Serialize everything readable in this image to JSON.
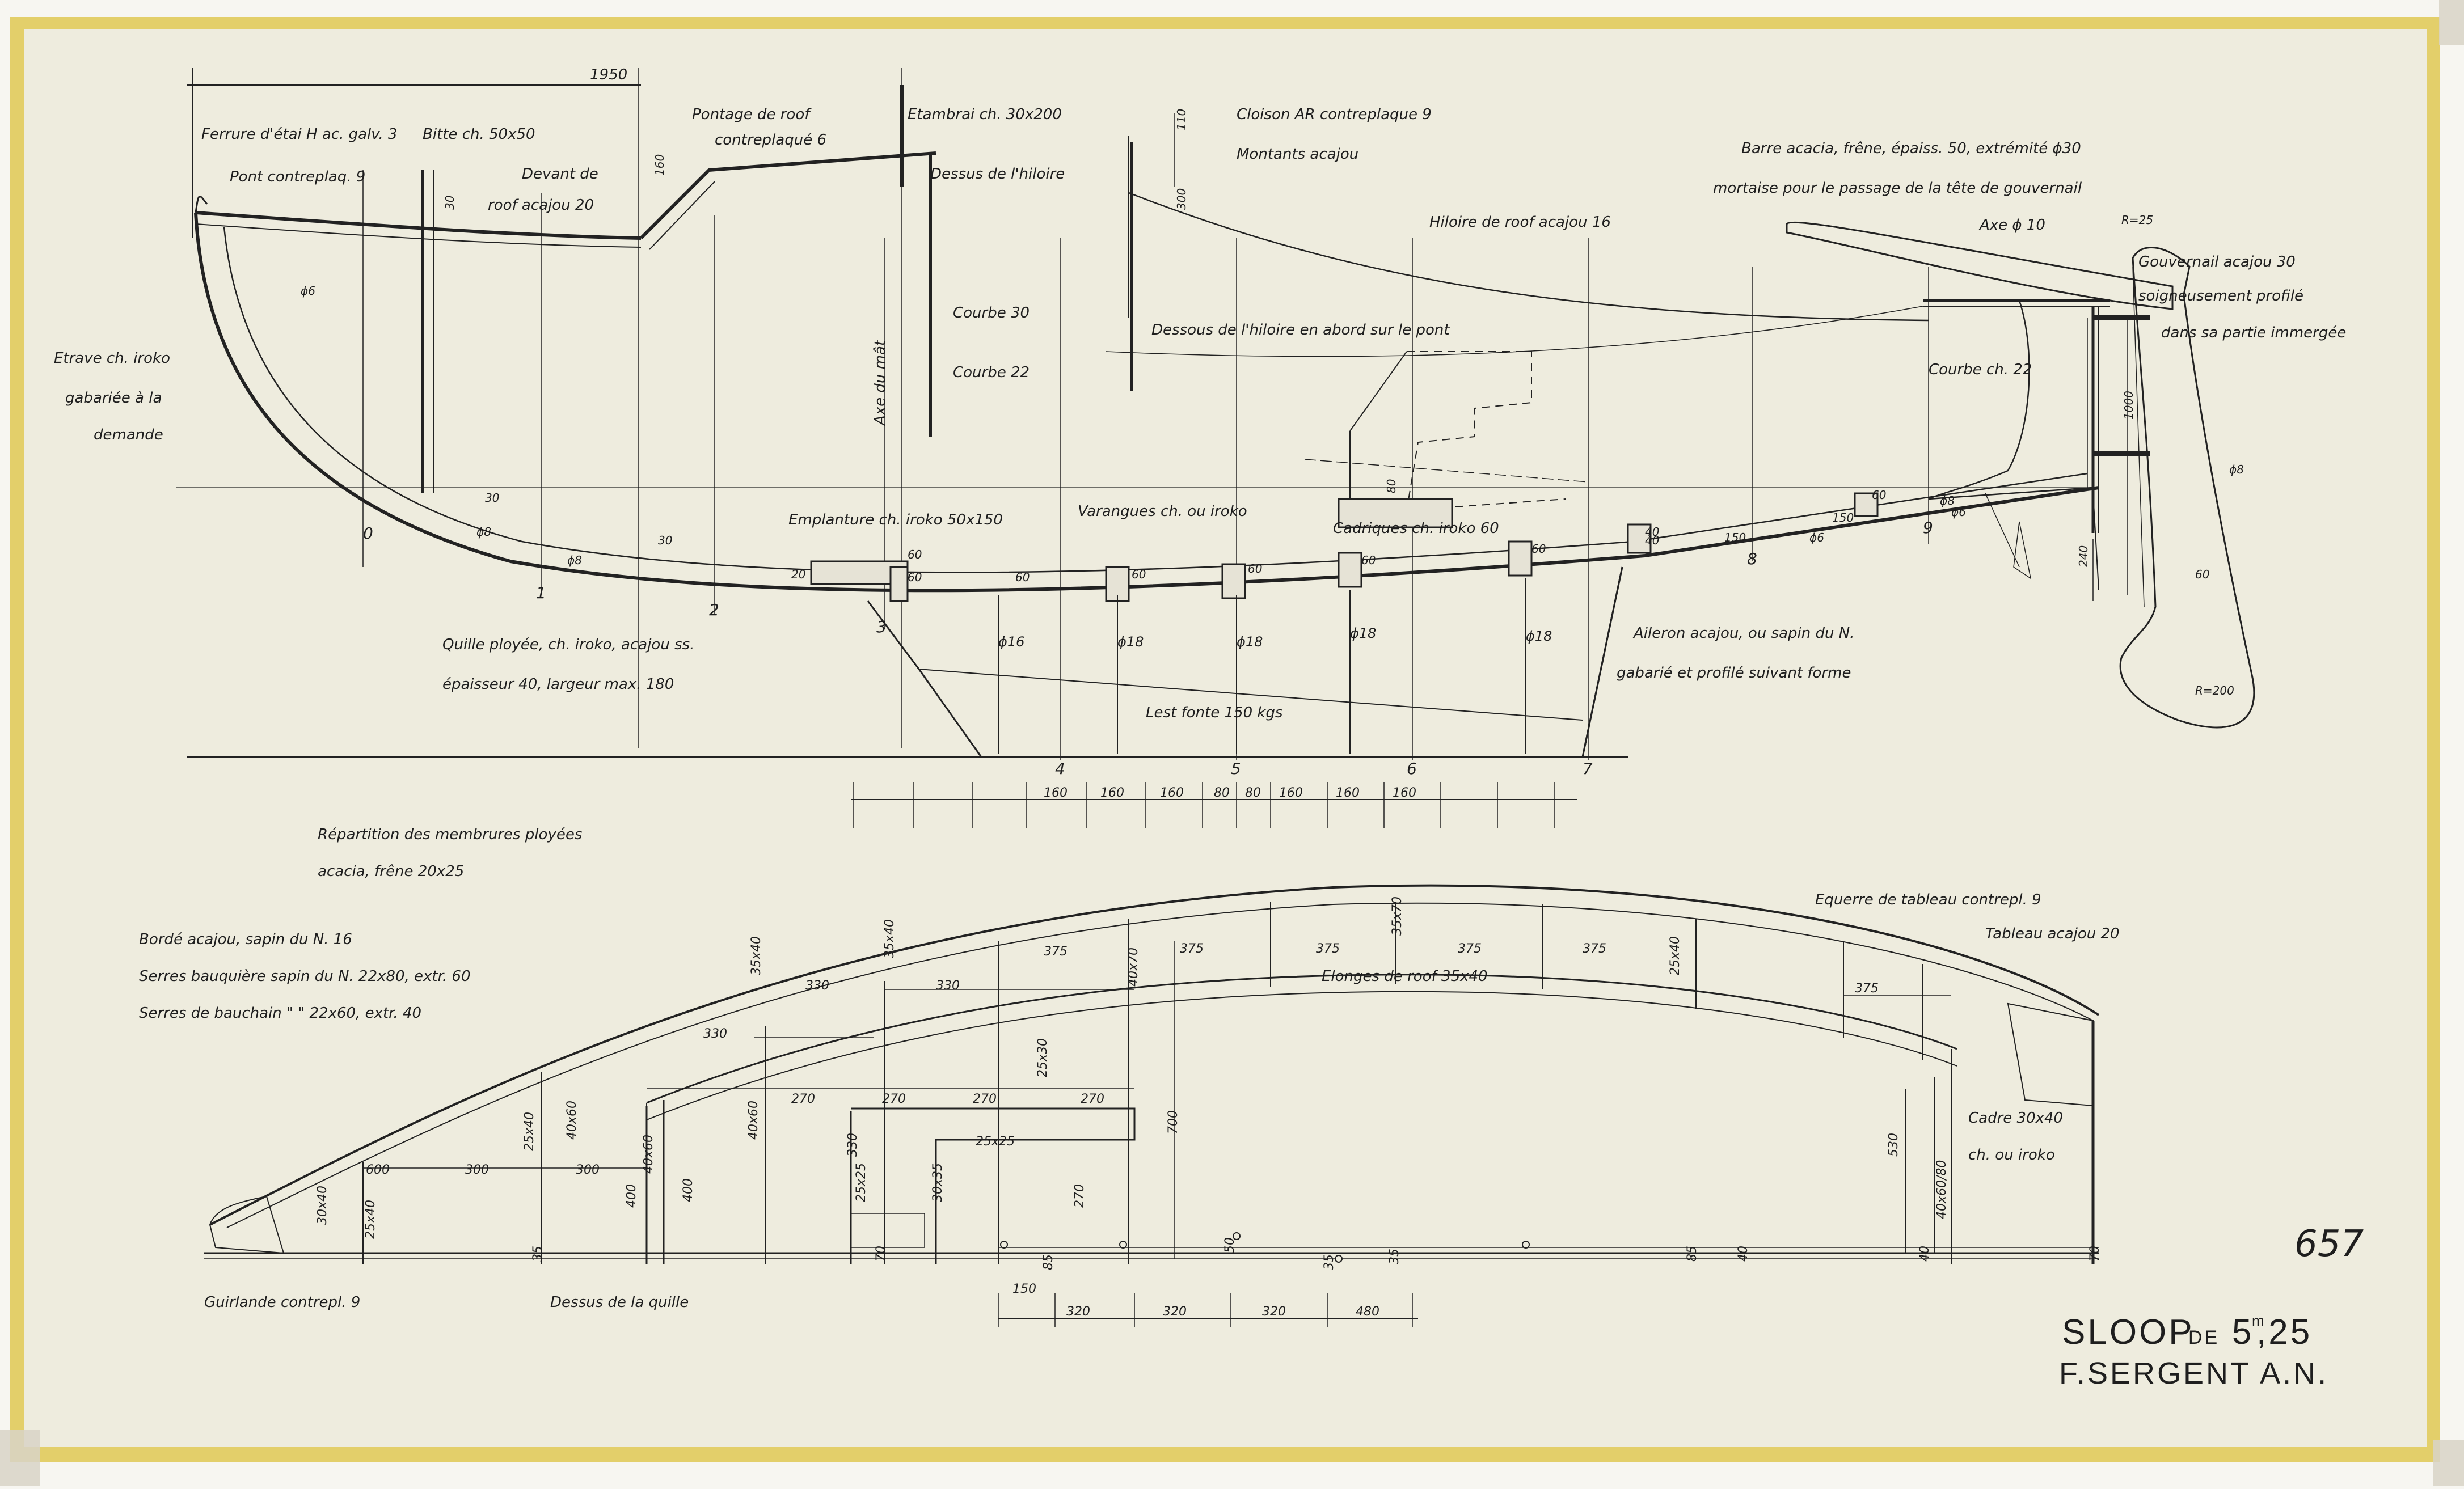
{
  "colors": {
    "paper": "#eeecde",
    "ink": "#1e1e1e",
    "border": "#e3cf6a",
    "background": "#f7f6f1"
  },
  "title": {
    "line1_main": "SLOOP",
    "line1_de": "DE",
    "line1_size": "5",
    "line1_unit": "m",
    "line1_dec": ",25",
    "line2": "F.SERGENT A.N."
  },
  "handwritten_number": "657",
  "profile": {
    "dim_top": "1950",
    "labels": {
      "ferrure": "Ferrure d'étai H ac. galv. 3",
      "bitte": "Bitte ch. 50x50",
      "pont": "Pont contreplaq. 9",
      "devant": "Devant de",
      "devant2": "roof acajou 20",
      "pontage1": "Pontage de roof",
      "pontage2": "contreplaqué 6",
      "elambrai": "Etambrai ch. 30x200",
      "dessus_hiloire": "Dessus de l'hiloire",
      "cloison1": "Cloison AR contreplaque 9",
      "cloison2": "Montants acajou",
      "barre1": "Barre acacia, frêne, épaiss. 50, extrémité ϕ30",
      "barre2": "mortaise pour le passage de la tête de gouvernail",
      "axe": "Axe ϕ 10",
      "hiloire_roof": "Hiloire de roof acajou 16",
      "gouv1": "Gouvernail acajou 30",
      "gouv2": "soigneusement profilé",
      "gouv3": "dans sa partie immergée",
      "courbe30": "Courbe 30",
      "courbe22": "Courbe 22",
      "axe_mat": "Axe du mât",
      "dessous_hiloire": "Dessous de l'hiloire en abord sur le pont",
      "courbe_ch22": "Courbe ch. 22",
      "etrave1": "Etrave ch. iroko",
      "etrave2": "gabariée à la",
      "etrave3": "demande",
      "emplanture": "Emplanture ch. iroko 50x150",
      "varangues": "Varangues ch. ou iroko",
      "cadriques": "Cadriques ch. iroko 60",
      "quille1": "Quille ployée, ch. iroko, acajou ss.",
      "quille2": "épaisseur 40, largeur max. 180",
      "lest": "Lest fonte 150 kgs",
      "aileron1": "Aileron acajou, ou sapin du N.",
      "aileron2": "gabarié et profilé suivant forme",
      "repartition1": "Répartition des membrures ployées",
      "repartition2": "acacia, frêne 20x25",
      "r25": "R=25",
      "r200": "R=200"
    },
    "stations": [
      "0",
      "1",
      "2",
      "3",
      "4",
      "5",
      "6",
      "7",
      "8",
      "9"
    ],
    "bolts": [
      "ϕ16",
      "ϕ18",
      "ϕ18",
      "ϕ18",
      "ϕ18"
    ],
    "frame_spacing": [
      "160",
      "160",
      "160",
      "80",
      "80",
      "160",
      "160",
      "160"
    ],
    "small_dims": [
      "30",
      "30",
      "30",
      "20",
      "60",
      "60",
      "60",
      "60",
      "60",
      "60",
      "40",
      "60",
      "60",
      "40",
      "80",
      "ϕ6",
      "ϕ8",
      "ϕ8",
      "ϕ8",
      "ϕ6",
      "ϕ6",
      "ϕ8",
      "150",
      "150",
      "160",
      "300",
      "1000",
      "240",
      "60",
      "110"
    ]
  },
  "plan": {
    "labels": {
      "borde": "Bordé acajou, sapin du N. 16",
      "serres1": "Serres bauquière sapin du N. 22x80, extr. 60",
      "serres2": "Serres de bauchain \"  \" 22x60, extr. 40",
      "equerre": "Equerre de tableau contrepl. 9",
      "tableau": "Tableau acajou 20",
      "elonges": "Elonges de roof 35x40",
      "cadre1": "Cadre 30x40",
      "cadre2": "ch. ou iroko",
      "guirlande": "Guirlande contrepl. 9",
      "dessus_quille": "Dessus de la quille"
    },
    "spacings": [
      "600",
      "300",
      "300",
      "330",
      "330",
      "330",
      "375",
      "375",
      "375",
      "375",
      "375",
      "375",
      "270",
      "270",
      "270",
      "270"
    ],
    "beam_dims": [
      "25x40",
      "35x40",
      "40x70",
      "35x70",
      "25x40",
      "35x40",
      "40x60",
      "25x40",
      "25x25",
      "30x35",
      "25x25",
      "25x30",
      "40x60",
      "40x60",
      "40x60/80"
    ],
    "vertical_dims": [
      "400",
      "400",
      "700",
      "270",
      "330",
      "530",
      "30x40"
    ],
    "bottom_dims": [
      "150",
      "320",
      "320",
      "320",
      "480"
    ],
    "small_dims": [
      "35",
      "70",
      "85",
      "50",
      "35",
      "35",
      "85",
      "40",
      "40",
      "70"
    ]
  }
}
